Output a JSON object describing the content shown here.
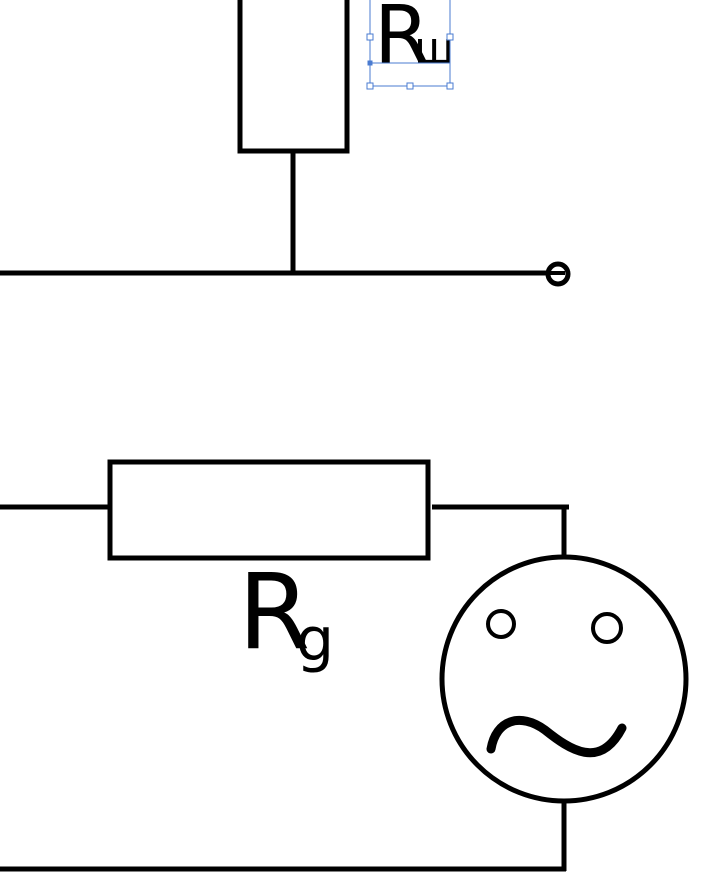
{
  "diagram": {
    "type": "electrical-schematic",
    "components": [
      {
        "id": "r_sh",
        "kind": "resistor",
        "orientation": "vertical",
        "label_main": "R",
        "label_sub": "ш"
      },
      {
        "id": "r_g",
        "kind": "resistor",
        "orientation": "horizontal",
        "label_main": "R",
        "label_sub": "g"
      },
      {
        "id": "ac_source",
        "kind": "ac-voltage-source",
        "symbol": "~"
      },
      {
        "id": "terminal",
        "kind": "open-terminal"
      }
    ],
    "selection": {
      "target": "r_sh_label",
      "color": "#4a7bd0"
    },
    "colors": {
      "stroke": "#000000",
      "background": "#ffffff",
      "selection": "#4a7bd0"
    }
  }
}
